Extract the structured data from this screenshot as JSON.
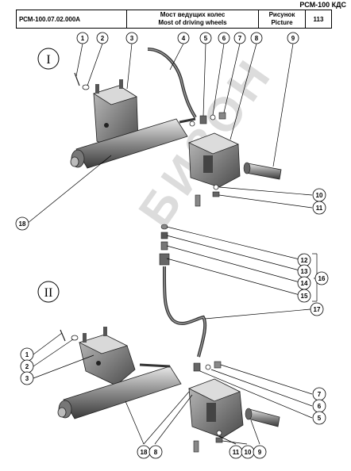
{
  "corner_note": "РСМ-100 КДС",
  "header": {
    "code": "РСМ-100.07.02.000А",
    "title_ru": "Мост ведущих колес",
    "title_en": "Most of driving wheels",
    "picture_ru": "Рисунок",
    "picture_en": "Picture",
    "picture_no": "113"
  },
  "views": [
    "I",
    "II"
  ],
  "watermark": "БИЗОН",
  "callouts": {
    "c1a": "1",
    "c2a": "2",
    "c3a": "3",
    "c4": "4",
    "c5a": "5",
    "c6a": "6",
    "c7a": "7",
    "c8a": "8",
    "c9a": "9",
    "c10a": "10",
    "c11a": "11",
    "c18a": "18",
    "c12": "12",
    "c13": "13",
    "c14": "14",
    "c15": "15",
    "c16": "16",
    "c17": "17",
    "c1b": "1",
    "c2b": "2",
    "c3b": "3",
    "c7b": "7",
    "c6b": "6",
    "c5b": "5",
    "c18b": "18",
    "c8b": "8",
    "c11b": "11",
    "c10b": "10",
    "c9b": "9"
  }
}
